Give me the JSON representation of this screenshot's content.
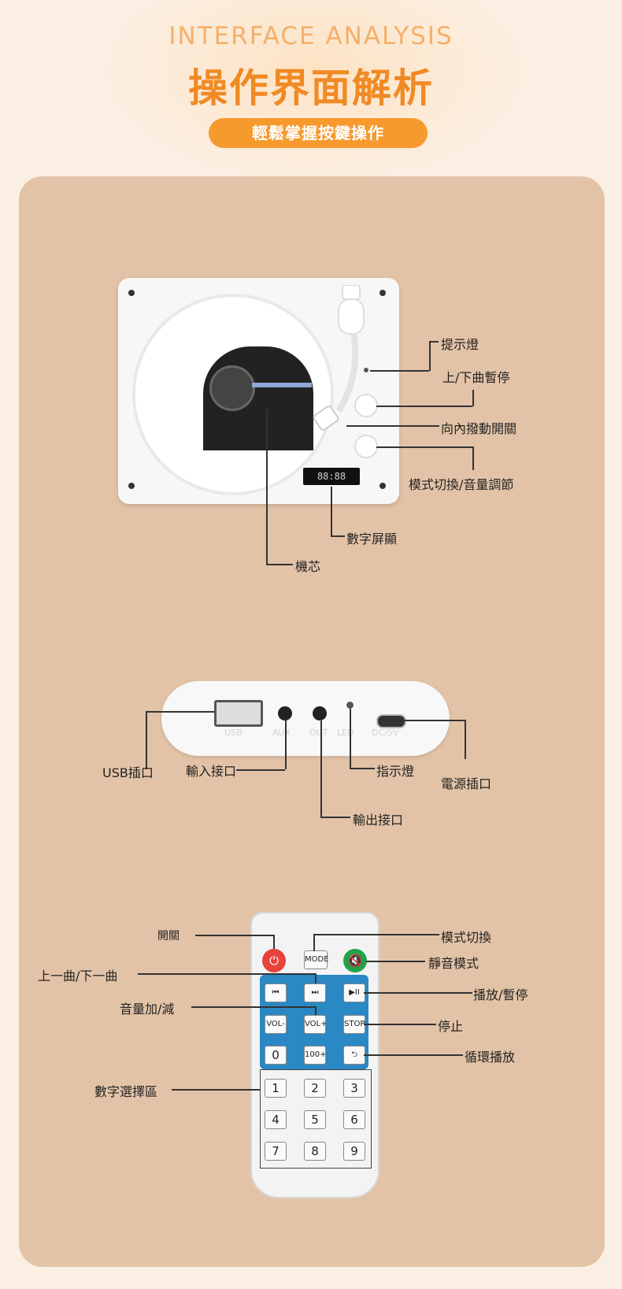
{
  "header": {
    "title_en": "INTERFACE ANALYSIS",
    "title_cn": "操作界面解析",
    "subtitle": "輕鬆掌握按鍵操作"
  },
  "device_front": {
    "display_text": "88:88",
    "labels": {
      "indicator": "提示燈",
      "prev_next_pause": "上/下曲暫停",
      "toggle_switch": "向內撥動開關",
      "mode_volume": "模式切換/音量調節",
      "display": "數字屏顯",
      "mechanism": "機芯"
    }
  },
  "device_back": {
    "port_labels": [
      "USB",
      "AUX",
      "OUT",
      "LED",
      "DC/5V"
    ],
    "labels": {
      "usb": "USB插口",
      "input": "輸入接口",
      "indicator": "指示燈",
      "power": "電源插口",
      "output": "輸出接口"
    }
  },
  "remote": {
    "buttons": {
      "mode": "MODE",
      "prev": "⏮",
      "next": "⏭",
      "play": "▶II",
      "vol_minus": "VOL-",
      "vol_plus": "VOL+",
      "stop": "STOP",
      "n0": "0",
      "n100": "100+",
      "loop": "⮌",
      "n1": "1",
      "n2": "2",
      "n3": "3",
      "n4": "4",
      "n5": "5",
      "n6": "6",
      "n7": "7",
      "n8": "8",
      "n9": "9"
    },
    "labels": {
      "power": "開關",
      "mode_switch": "模式切換",
      "mute": "靜音模式",
      "prev_next": "上一曲/下一曲",
      "play_pause": "播放/暫停",
      "volume": "音量加/減",
      "stop": "停止",
      "loop": "循環播放",
      "numpad": "數字選擇區"
    }
  },
  "colors": {
    "accent": "#f08a24",
    "panel": "#e3c3a7",
    "remote_blue": "#2a88c4",
    "power_red": "#e5433b",
    "mute_green": "#1fa24a"
  }
}
